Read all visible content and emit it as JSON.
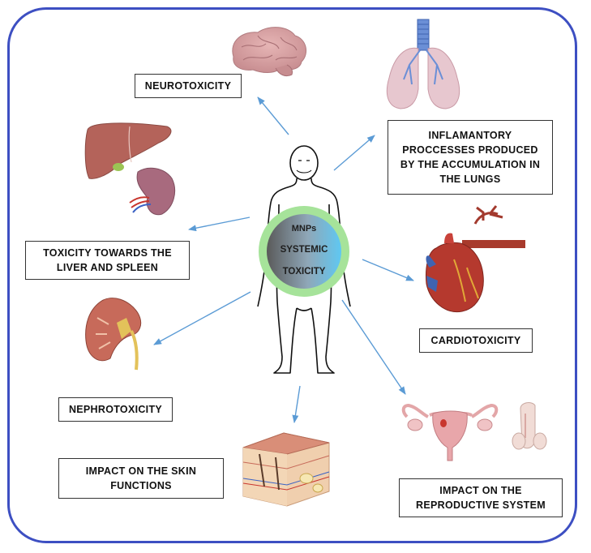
{
  "center": {
    "line1": "MNPs",
    "line2": "SYSTEMIC",
    "line3": "TOXICITY"
  },
  "effects": {
    "neuro": "NEUROTOXICITY",
    "lungs": "INFLAMANTORY PROCCESSES PRODUCED BY THE ACCUMULATION IN THE LUNGS",
    "liver_spleen": "TOXICITY TOWARDS THE LIVER AND SPLEEN",
    "cardio": "CARDIOTOXICITY",
    "nephro": "NEPHROTOXICITY",
    "skin": "IMPACT ON THE SKIN FUNCTIONS",
    "reproductive": "IMPACT ON THE REPRODUCTIVE SYSTEM"
  },
  "icons": [
    "brain-icon",
    "lungs-icon",
    "liver-icon",
    "spleen-icon",
    "heart-icon",
    "kidney-icon",
    "skin-icon",
    "female-reproductive-icon",
    "male-reproductive-icon",
    "human-body-icon"
  ],
  "colors": {
    "frame": "#3d4fc2",
    "arrow": "#5b9bd5",
    "ring": "#a6e39a",
    "gradient_start": "#5a5a5a",
    "gradient_end": "#5fc8f2"
  }
}
